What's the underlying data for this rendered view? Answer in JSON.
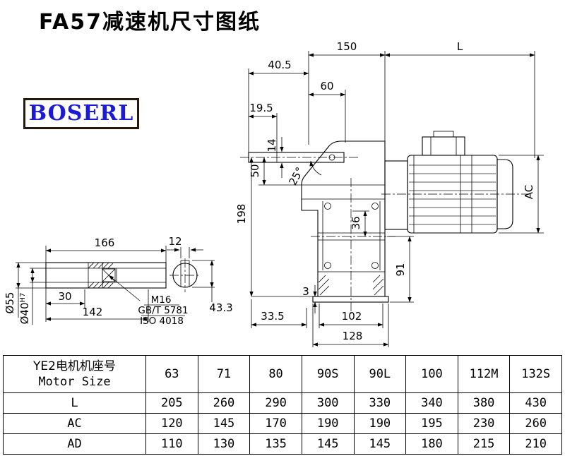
{
  "page": {
    "title": "FA57减速机尺寸图纸"
  },
  "logo": {
    "text": "BOSERL",
    "color": "#1b1bd4"
  },
  "drawing": {
    "dims": {
      "top_150": "150",
      "top_L": "L",
      "d40_5": "40.5",
      "d60": "60",
      "d19_5": "19.5",
      "d14": "14",
      "d50": "50",
      "angle_25": "25°",
      "d198": "198",
      "ac": "AC",
      "d36": "36",
      "d91": "91",
      "d3": "3",
      "d33_5": "33.5",
      "d102": "102",
      "d128": "128",
      "d166": "166",
      "d12": "12",
      "d30": "30",
      "d142": "142",
      "dia55": "Ø55",
      "dia40": "Ø40",
      "dia40_tol": "H7",
      "d43_3": "43.3",
      "thread": "M16",
      "thread_std": "GB/T 5781",
      "thread_iso": "ISO 4018"
    }
  },
  "table": {
    "header_cn": "YE2电机机座号",
    "header_en": "Motor Size",
    "sizes": [
      "63",
      "71",
      "80",
      "90S",
      "90L",
      "100",
      "112M",
      "132S"
    ],
    "rows": [
      {
        "label": "L",
        "values": [
          "205",
          "260",
          "290",
          "300",
          "330",
          "340",
          "380",
          "430"
        ]
      },
      {
        "label": "AC",
        "values": [
          "120",
          "145",
          "170",
          "190",
          "190",
          "195",
          "230",
          "260"
        ]
      },
      {
        "label": "AD",
        "values": [
          "110",
          "130",
          "135",
          "145",
          "145",
          "180",
          "215",
          "210"
        ]
      }
    ]
  }
}
